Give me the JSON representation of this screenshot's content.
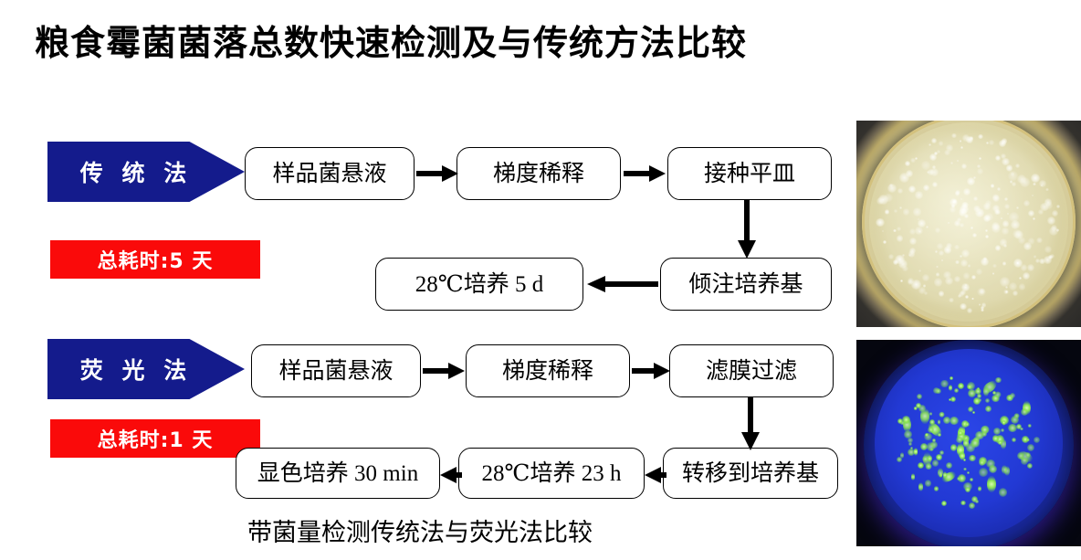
{
  "slide": {
    "title": "粮食霉菌菌落总数快速检测及与传统方法比较",
    "caption": "带菌量检测传统法与荧光法比较",
    "colors": {
      "pentagon_blue": "#141B8C",
      "badge_red": "#FA0A0A",
      "box_border": "#000000",
      "text": "#000000",
      "background": "#FFFFFF"
    }
  },
  "methods": [
    {
      "id": "traditional",
      "pentagon_label": "传 统 法",
      "time_badge": "总耗时:5 天",
      "steps": [
        {
          "label": "样品菌悬液"
        },
        {
          "label": "梯度稀释"
        },
        {
          "label": "接种平皿"
        },
        {
          "label": "倾注培养基"
        },
        {
          "label": "28℃培养 5 d"
        }
      ]
    },
    {
      "id": "fluorescence",
      "pentagon_label": "荧 光 法",
      "time_badge": "总耗时:1 天",
      "steps": [
        {
          "label": "样品菌悬液"
        },
        {
          "label": "梯度稀释"
        },
        {
          "label": "滤膜过滤"
        },
        {
          "label": "转移到培养基"
        },
        {
          "label": "28℃培养 23 h"
        },
        {
          "label": "显色培养 30 min"
        }
      ]
    }
  ],
  "photos": [
    {
      "id": "plate-photo",
      "alt": "传统法培养平皿照片"
    },
    {
      "id": "fluorescence-photo",
      "alt": "荧光法滤膜照片"
    }
  ],
  "icons": {
    "arrow_right": "arrow-right-icon",
    "arrow_left": "arrow-left-icon",
    "arrow_down": "arrow-down-icon"
  }
}
